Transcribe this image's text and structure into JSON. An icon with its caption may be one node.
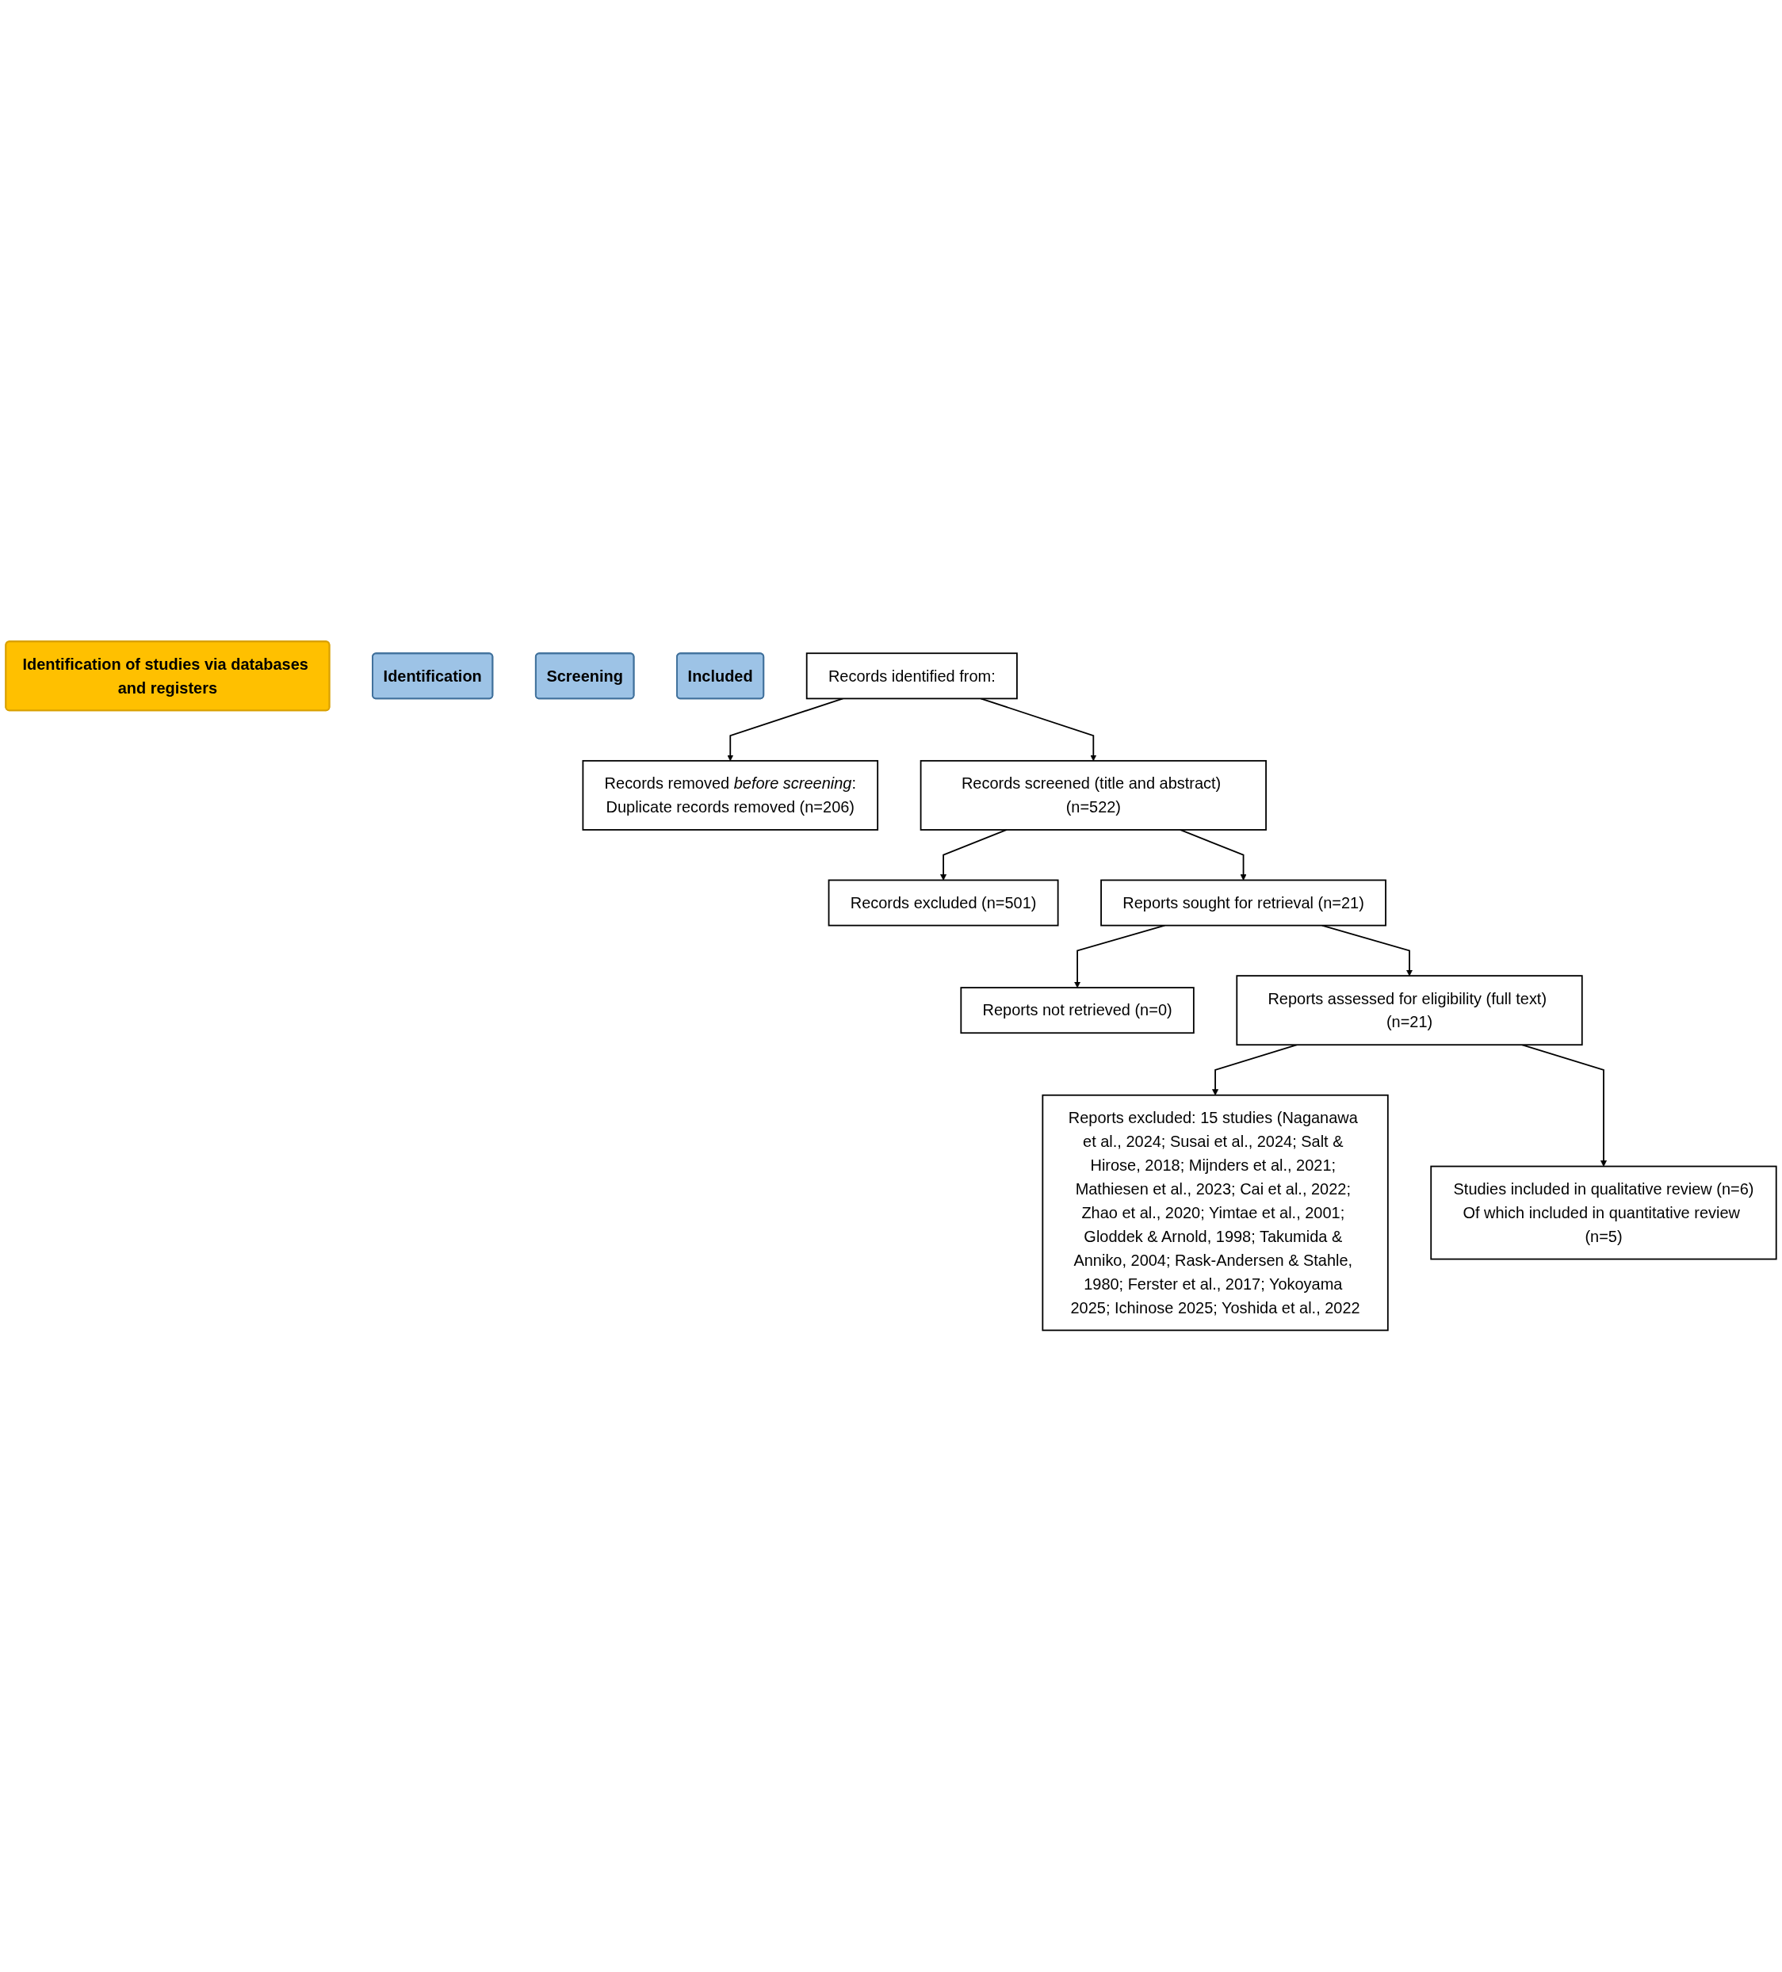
{
  "diagram": {
    "nodes": [
      {
        "text": [
          "Identification of studies via databases and registers"
        ]
      },
      {
        "text": [
          "Identification"
        ]
      },
      {
        "text": [
          "Screening"
        ]
      },
      {
        "text": [
          "Included"
        ]
      },
      {
        "text": [
          "Records identified from:"
        ]
      },
      {
        "text": [
          "Records removed *before screening*:",
          "Duplicate records removed (n=206)"
        ]
      },
      {
        "text": [
          "Records screened (title and abstract) (n=522)"
        ]
      },
      {
        "text": [
          "Records excluded (n=501)"
        ]
      },
      {
        "text": [
          "Reports sought for retrieval (n=21)"
        ]
      },
      {
        "text": [
          "Reports not retrieved (n=0)"
        ]
      },
      {
        "text": [
          "Reports assessed for eligibility (full text) (n=21)"
        ]
      },
      {
        "text": [
          "Reports excluded: 15 studies (Naganawa et al., 2024; Susai et al., 2024; Salt & Hirose, 2018; Mijnders et al., 2021; Mathiesen et al., 2023; Cai et al., 2022; Zhao et al., 2020; Yimtae et al., 2001; Gloddek & Arnold, 1998; Takumida & Anniko, 2004; Rask-Andersen & Stahle, 1980; Ferster et al., 2017; Yokoyama 2025; Ichinose 2025; Yoshida et al., 2022"
        ]
      },
      {
        "text": [
          "Studies included in qualitative review (n=6)",
          "Of which included in quantitative review (n=5)"
        ]
      }
    ],
    "edges": [
      {
        "from": 4,
        "to": 5,
        "arrow": "to"
      },
      {
        "from": 4,
        "to": 6,
        "arrow": "to"
      },
      {
        "from": 6,
        "to": 7,
        "arrow": "to"
      },
      {
        "from": 6,
        "to": 8,
        "arrow": "to"
      },
      {
        "from": 8,
        "to": 9,
        "arrow": "to"
      },
      {
        "from": 8,
        "to": 10,
        "arrow": "to"
      },
      {
        "from": 10,
        "to": 11,
        "arrow": "to"
      },
      {
        "from": 10,
        "to": 12,
        "arrow": "to"
      }
    ]
  }
}
